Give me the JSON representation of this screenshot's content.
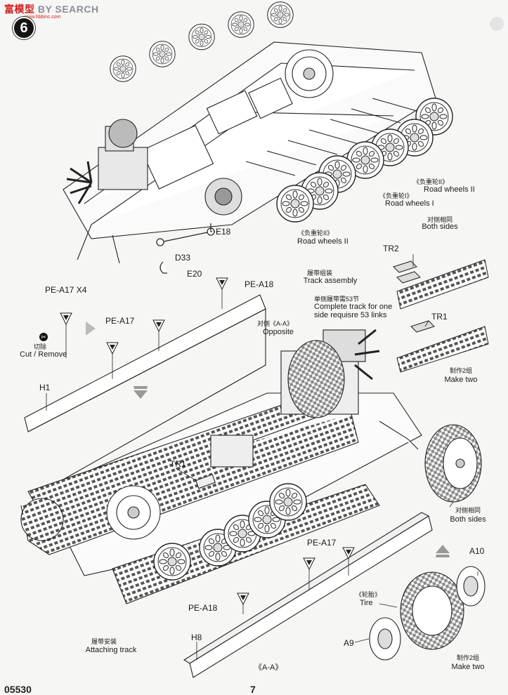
{
  "watermark": {
    "text_prefix": "",
    "brand": "模型",
    "suffix": "BY SEARCH",
    "url": "www.hbbinc.com",
    "site_mark": "富"
  },
  "step_number": "6",
  "top_assembly": {
    "labels": {
      "road_wheels_ii_top_cn": "《负重轮II》",
      "road_wheels_ii_top_en": "Road wheels II",
      "road_wheels_i_cn": "《负重轮I》",
      "road_wheels_i_en": "Road wheels I",
      "road_wheels_ii_bottom_cn": "《负重轮II》",
      "road_wheels_ii_bottom_en": "Road wheels II",
      "both_sides_cn": "对侧相同",
      "both_sides_en": "Both sides",
      "e18": "E18",
      "d33": "D33",
      "e20": "E20"
    }
  },
  "track": {
    "tr2": "TR2",
    "tr1": "TR1",
    "assembly_cn": "履带组装",
    "assembly_en": "Track assembly",
    "links_cn": "单侧履带需53节",
    "links_en_1": "Complete track for one",
    "links_en_2": "side requisre 53 links",
    "make_two_cn": "制作2组",
    "make_two_en": "Make two"
  },
  "bottom_assembly": {
    "pe_a17_x4": "PE-A17 X4",
    "pe_a18_top": "PE-A18",
    "pe_a17_mid": "PE-A17",
    "cut_cn": "切除",
    "cut_en": "Cut / Remove",
    "h1": "H1",
    "opposite_cn": "对侧《A-A》",
    "opposite_en": "Opposite",
    "tr1_inner": "TR1",
    "both_sides_cn": "对侧相同",
    "both_sides_en": "Both sides",
    "pe_a17_low": "PE-A17",
    "pe_a18_low": "PE-A18",
    "h8": "H8",
    "attaching_cn": "履带安装",
    "attaching_en": "Attaching track",
    "aa": "《A-A》",
    "a10": "A10",
    "tire_cn": "《轮胎》",
    "tire_en": "Tire",
    "a9": "A9",
    "make_two_cn": "制作2组",
    "make_two_en": "Make two"
  },
  "footer": {
    "kit_number": "05530",
    "page_number": "7"
  }
}
